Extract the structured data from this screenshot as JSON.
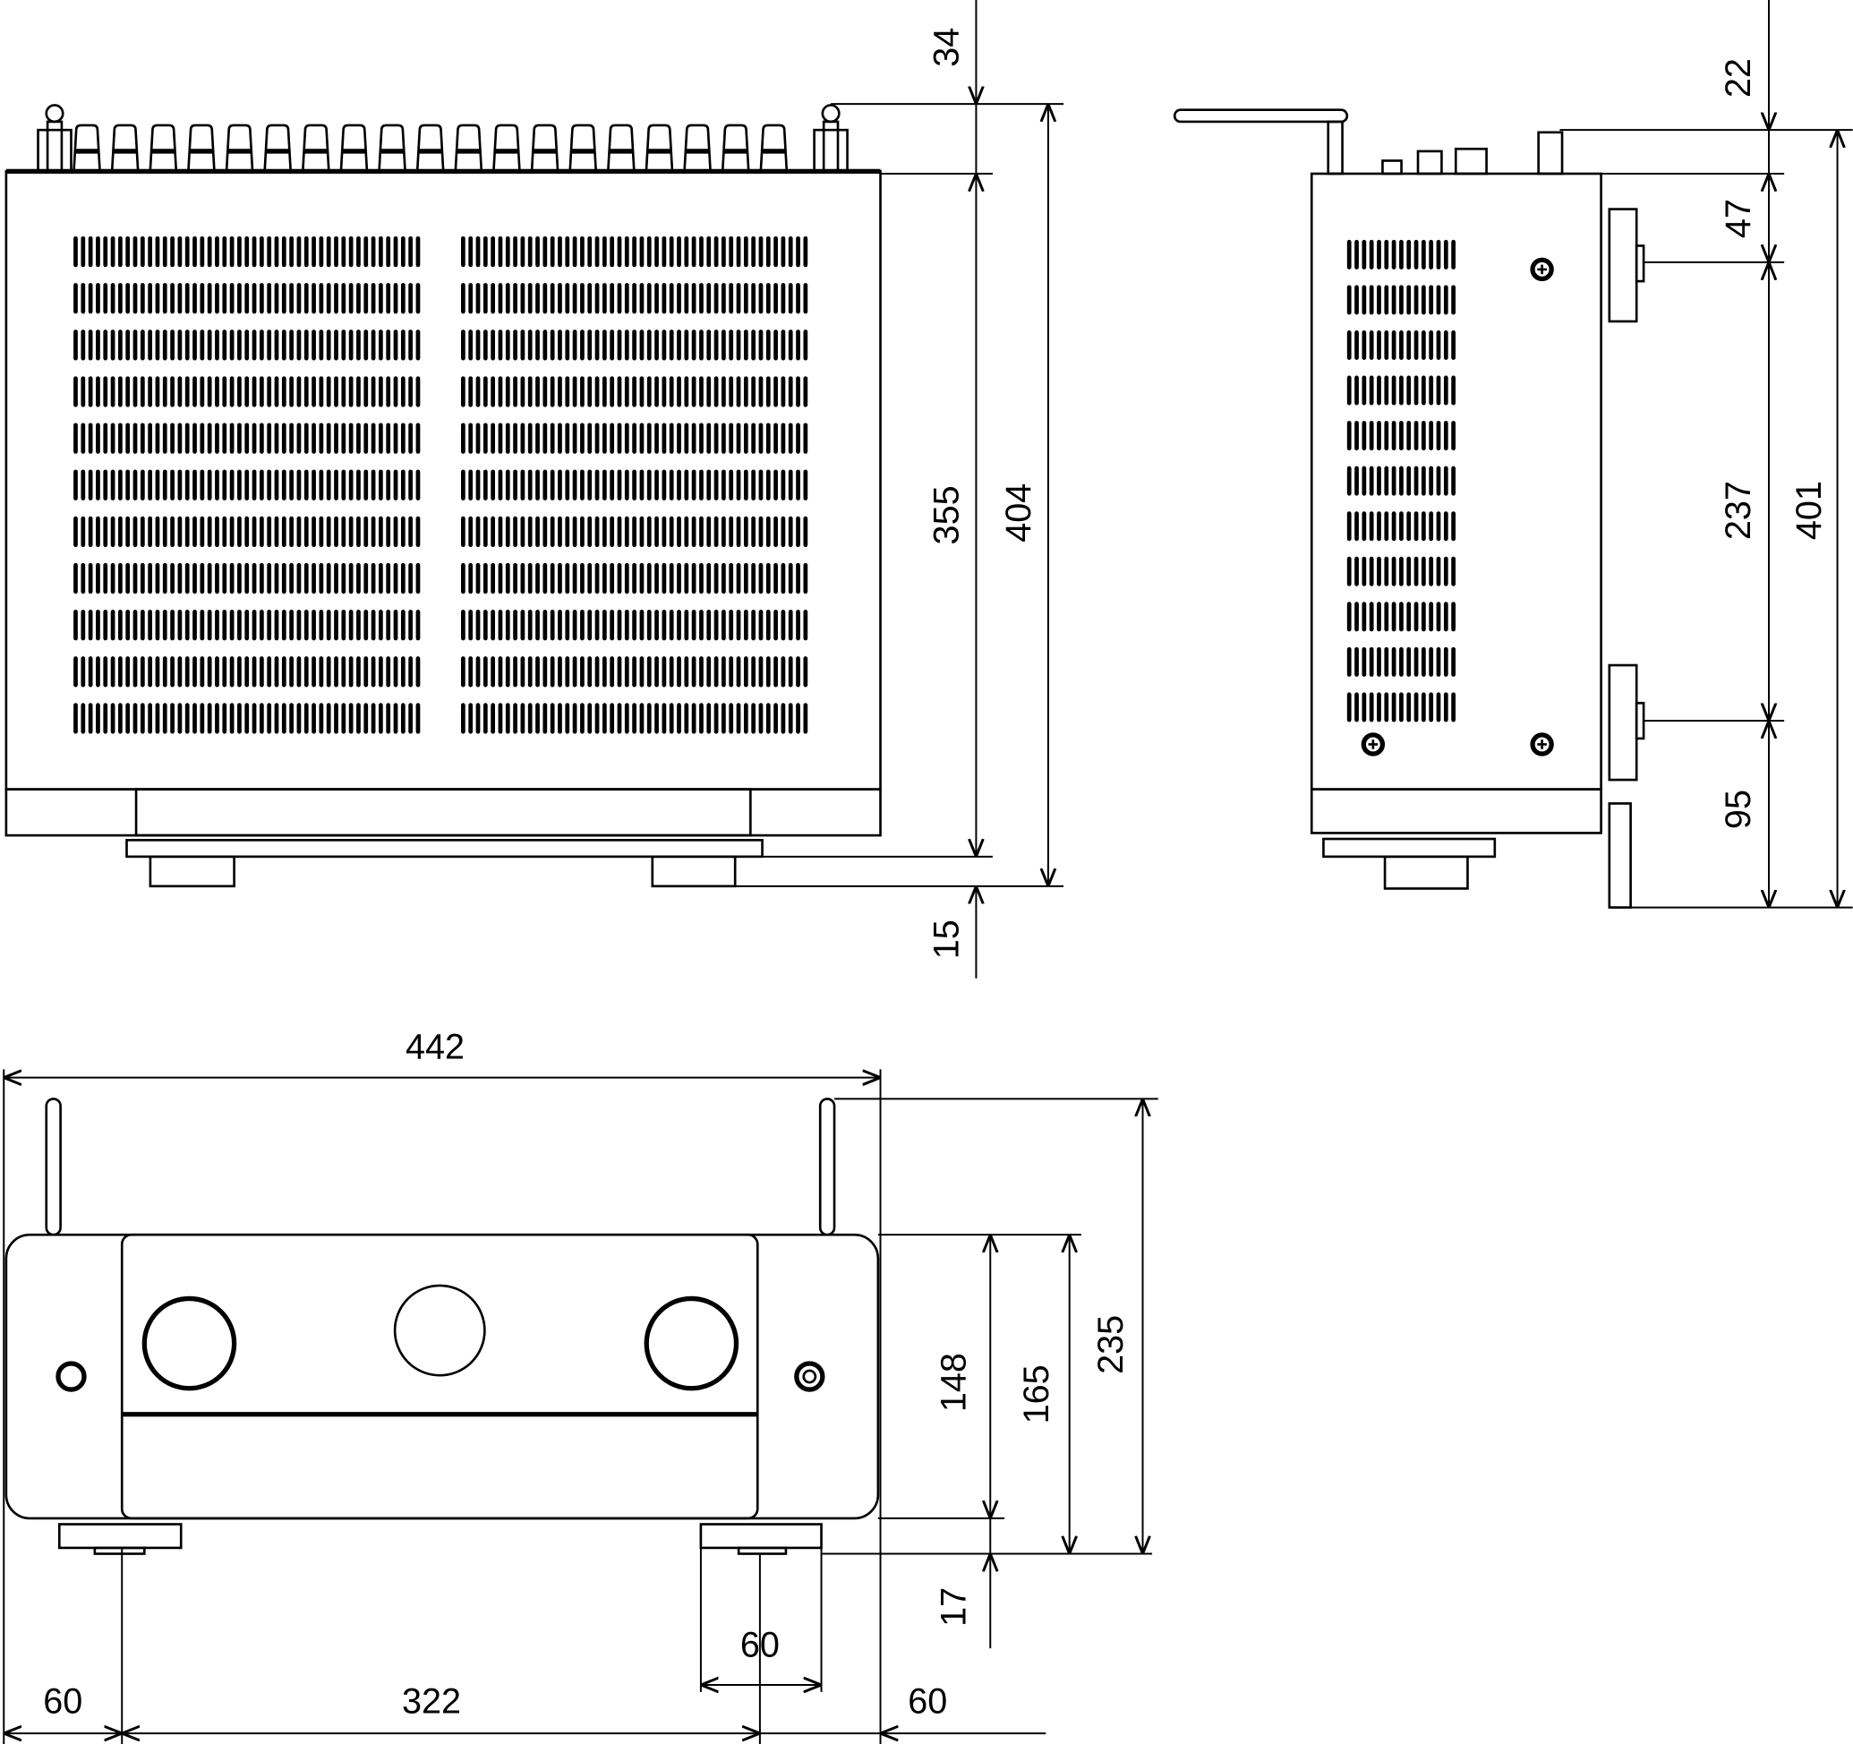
{
  "drawing": {
    "line_color": "#000000",
    "background": "#ffffff",
    "top_view": {
      "dim_top": "34",
      "dim_body": "355",
      "dim_total": "404",
      "dim_bottom": "15",
      "vent_rows": 11
    },
    "side_view": {
      "dim_top": "22",
      "dim_upper": "47",
      "dim_middle": "237",
      "dim_lower": "95",
      "dim_total": "401",
      "vent_rows": 11
    },
    "front_view": {
      "dim_width": "442",
      "dim_body": "148",
      "dim_with_feet": "165",
      "dim_with_antenna": "235",
      "dim_feet": "17",
      "dim_foot_width": "60",
      "dim_left": "60",
      "dim_center": "322",
      "dim_right": "60"
    }
  }
}
